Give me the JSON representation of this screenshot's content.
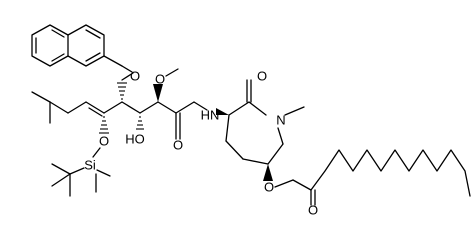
{
  "diagram": {
    "type": "chemical-structure",
    "atom_labels": {
      "o_naphthylmethyl_ether": "O",
      "o_methoxy": "O",
      "n_amide": "HN",
      "o_lactam": "O",
      "n_lactam": "N",
      "o_hydroxyl": "HO",
      "o_amide_carbonyl": "O",
      "o_silyl_ether": "O",
      "si": "Si",
      "o_ester": "O",
      "o_ester_carbonyl": "O"
    }
  }
}
